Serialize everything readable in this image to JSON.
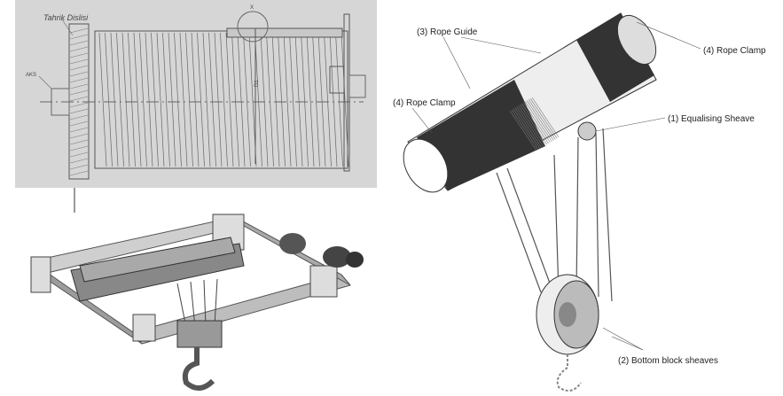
{
  "drum_drawing": {
    "gear_label": "Tahrik Dislisi",
    "shaft_label": "AKS",
    "detail_label": "X",
    "diameter_label": "D1"
  },
  "rope_diagram": {
    "labels": {
      "rope_guide": "(3) Rope Guide",
      "rope_clamp_right": "(4) Rope Clamp",
      "rope_clamp_left": "(4) Rope Clamp",
      "equalising_sheave": "(1) Equalising Sheave",
      "bottom_block": "(2) Bottom block sheaves"
    }
  }
}
